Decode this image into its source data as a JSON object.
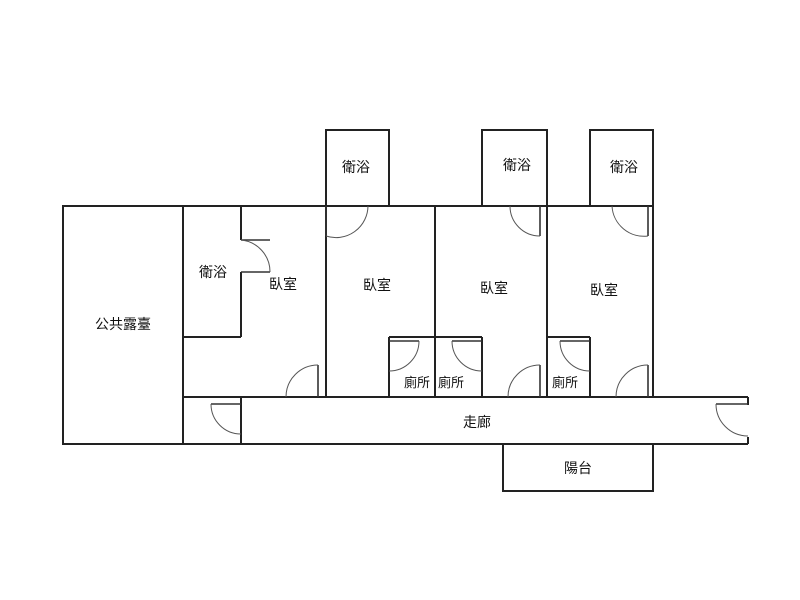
{
  "rooms": {
    "public_terrace": "公共露臺",
    "bath_left": "衛浴",
    "bedroom_1": "臥室",
    "bath_2": "衛浴",
    "bedroom_2": "臥室",
    "bath_3": "衛浴",
    "bedroom_3": "臥室",
    "bath_4": "衛浴",
    "bedroom_4": "臥室",
    "toilet_1": "廁所",
    "toilet_2": "廁所",
    "toilet_3": "廁所",
    "corridor": "走廊",
    "balcony": "陽台"
  }
}
